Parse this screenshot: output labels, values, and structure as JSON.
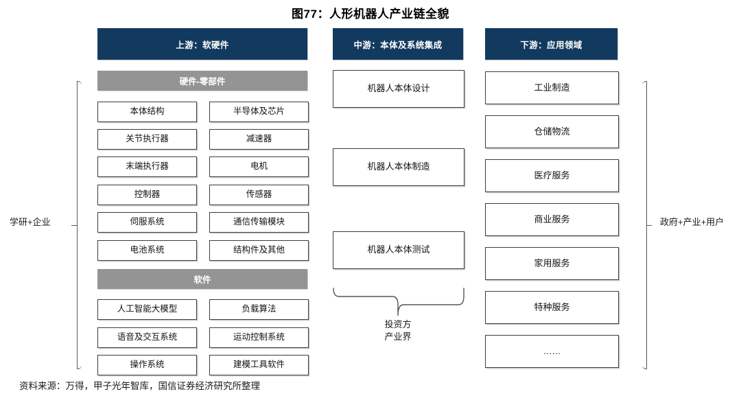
{
  "title": "图77：人形机器人产业链全貌",
  "source": "资料来源：万得，甲子光年智库，国信证券经济研究所整理",
  "colors": {
    "header_navy": "#123a5e",
    "band_gray": "#949494",
    "box_border": "#3c3c3c",
    "background": "#ffffff"
  },
  "side_labels": {
    "left": "学研+企业",
    "right": "政府+产业+用户"
  },
  "upstream": {
    "header": "上游：软硬件",
    "hardware": {
      "band": "硬件-零部件",
      "rows": [
        {
          "left": "本体结构",
          "right": "半导体及芯片"
        },
        {
          "left": "关节执行器",
          "right": "减速器"
        },
        {
          "left": "末端执行器",
          "right": "电机"
        },
        {
          "left": "控制器",
          "right": "传感器"
        },
        {
          "left": "伺服系统",
          "right": "通信传输模块"
        },
        {
          "left": "电池系统",
          "right": "结构件及其他"
        }
      ]
    },
    "software": {
      "band": "软件",
      "rows": [
        {
          "left": "人工智能大模型",
          "right": "负载算法"
        },
        {
          "left": "语音及交互系统",
          "right": "运动控制系统"
        },
        {
          "left": "操作系统",
          "right": "建模工具软件"
        }
      ]
    }
  },
  "midstream": {
    "header": "中游：本体及系统集成",
    "items": [
      "机器人本体设计",
      "机器人本体制造",
      "机器人本体测试"
    ],
    "brace_label_line1": "投资方",
    "brace_label_line2": "产业界"
  },
  "downstream": {
    "header": "下游：应用领域",
    "items": [
      "工业制造",
      "仓储物流",
      "医疗服务",
      "商业服务",
      "家用服务",
      "特种服务",
      "……"
    ]
  }
}
